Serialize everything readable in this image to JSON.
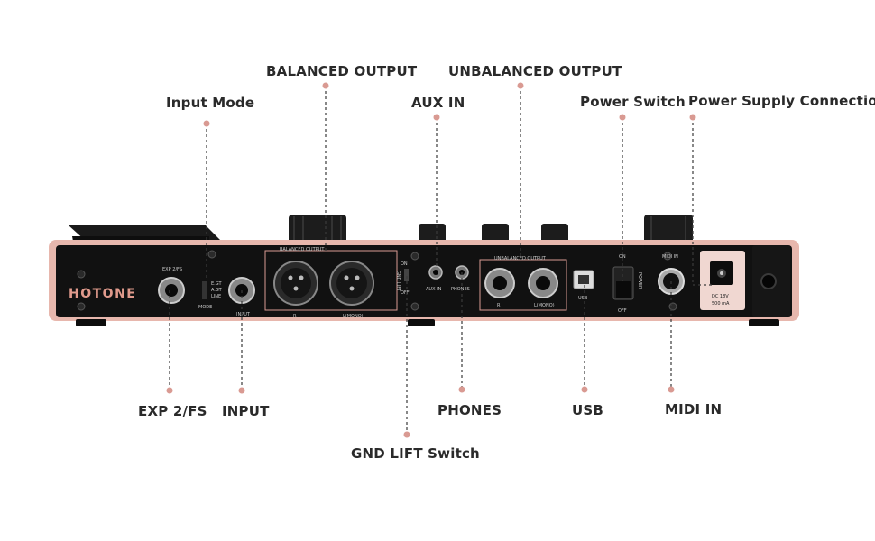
{
  "callouts": {
    "input_mode": "Input Mode",
    "balanced_output": "BALANCED OUTPUT",
    "aux_in": "AUX IN",
    "unbalanced_output": "UNBALANCED OUTPUT",
    "power_switch": "Power Switch",
    "power_supply": "Power Supply Connection",
    "exp_fs": "EXP 2/FS",
    "input": "INPUT",
    "gnd_lift": "GND LIFT Switch",
    "phones": "PHONES",
    "usb": "USB",
    "midi_in": "MIDI IN"
  },
  "panel": {
    "brand": "HOTONE",
    "exp_label": "EXP 2/FS",
    "mode_options": [
      "E.GT",
      "A.GT",
      "LINE"
    ],
    "mode_label": "MODE",
    "input_label": "INPUT",
    "balanced_label": "BALANCED OUTPUT",
    "balanced_r": "R",
    "balanced_l": "L(MONO)",
    "gnd_on": "ON",
    "gnd_lift": "GND LIFT",
    "gnd_off": "OFF",
    "aux_label": "AUX IN",
    "phones_label": "PHONES",
    "unbalanced_label": "UNBALANCED OUTPUT",
    "unbalanced_r": "R",
    "unbalanced_l": "L(MONO)",
    "usb_label": "USB",
    "power_on": "ON",
    "power_label": "POWER",
    "power_off": "OFF",
    "midi_label": "MIDI IN",
    "dc_line1": "DC 18V",
    "dc_line2": "500 mA"
  },
  "colors": {
    "accent_pink": "#d99a92",
    "panel_black": "#111111",
    "chassis_rose": "#e7b7ad"
  }
}
